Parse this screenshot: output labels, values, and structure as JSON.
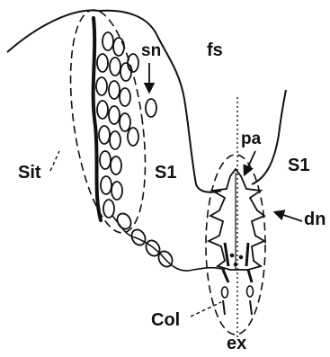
{
  "labels": {
    "sn": "sn",
    "fs": "fs",
    "sit": "Sit",
    "s1_left": "S1",
    "s1_right": "S1",
    "pa": "pa",
    "dn": "dn",
    "col": "Col",
    "ex": "ex"
  },
  "colors": {
    "ink": "#111111",
    "background": "#ffffff"
  }
}
